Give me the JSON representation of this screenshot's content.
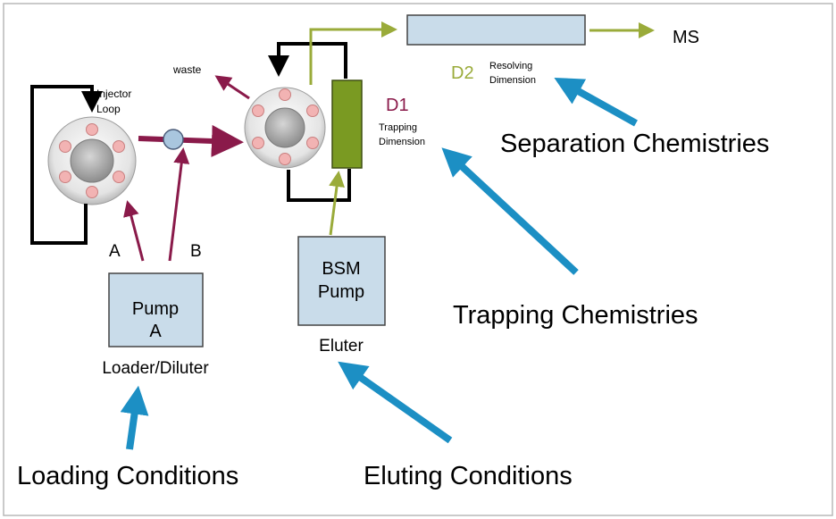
{
  "colors": {
    "dark_red": "#8a1a4a",
    "olive": "#9aab3a",
    "blue_arrow": "#1c8fc4",
    "pump_fill": "#c9dcea",
    "column_green": "#7a9a22",
    "black": "#000000"
  },
  "labels": {
    "injector_loop_line1": "Injector",
    "injector_loop_line2": "Loop",
    "waste": "waste",
    "a": "A",
    "b": "B",
    "pump_a_line1": "Pump",
    "pump_a_line2": "A",
    "loader_diluter": "Loader/Diluter",
    "bsm_line1": "BSM",
    "bsm_line2": "Pump",
    "eluter": "Eluter",
    "d1": "D1",
    "d1_sub_line1": "Trapping",
    "d1_sub_line2": "Dimension",
    "d2": "D2",
    "d2_sub_line1": "Resolving",
    "d2_sub_line2": "Dimension",
    "ms": "MS",
    "separation_chemistries": "Separation Chemistries",
    "trapping_chemistries": "Trapping Chemistries",
    "loading_conditions": "Loading Conditions",
    "eluting_conditions": "Eluting Conditions"
  }
}
